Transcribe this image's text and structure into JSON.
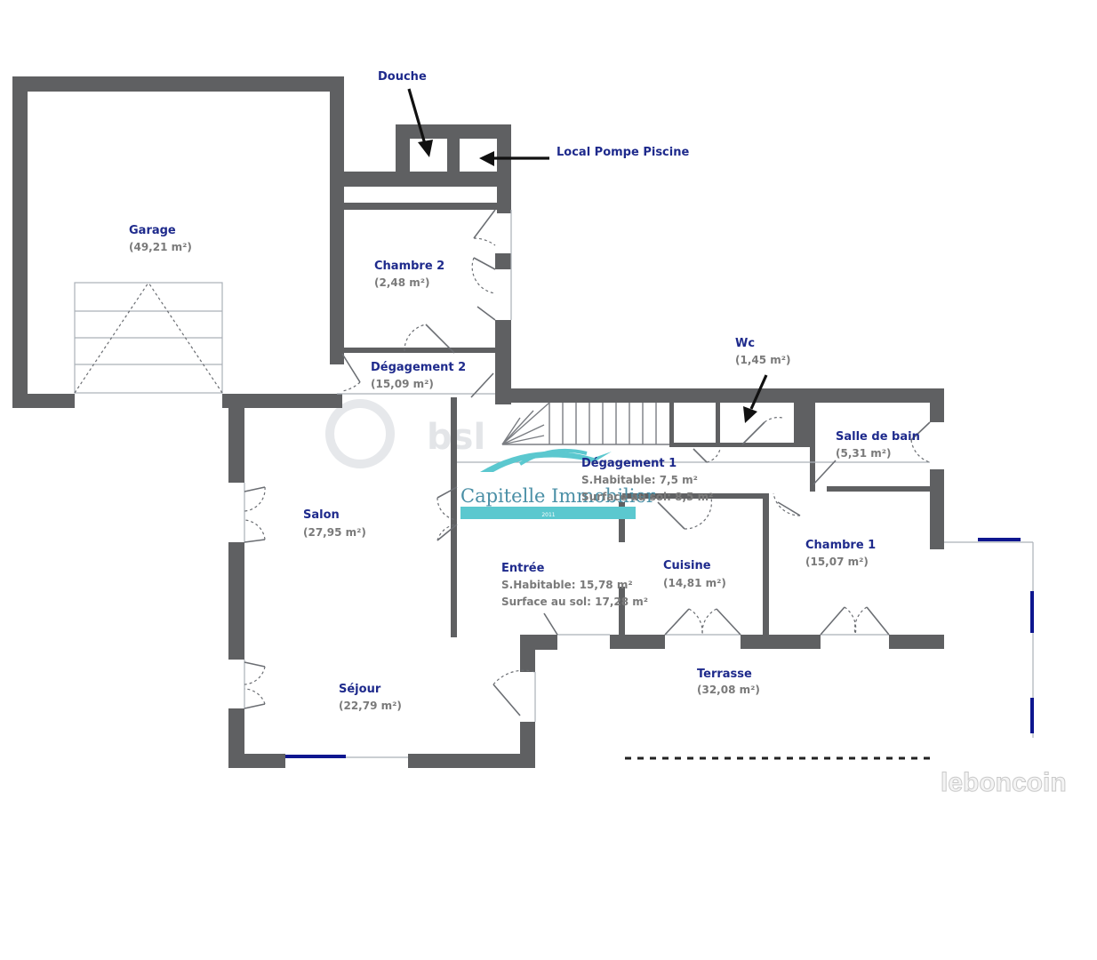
{
  "rooms": {
    "garage": {
      "name": "Garage",
      "area": "(49,21 m²)"
    },
    "chambre2": {
      "name": "Chambre 2",
      "area": "(2,48 m²)"
    },
    "degagement2": {
      "name": "Dégagement 2",
      "area": "(15,09 m²)"
    },
    "wc": {
      "name": "Wc",
      "area": "(1,45 m²)"
    },
    "salle_de_bain": {
      "name": "Salle de bain",
      "area": "(5,31 m²)"
    },
    "degagement1": {
      "name": "Dégagement 1",
      "habitable": "S.Habitable: 7,5 m²",
      "sol": "Surface au sol: 8,5 m²"
    },
    "salon": {
      "name": "Salon",
      "area": "(27,95 m²)"
    },
    "entree": {
      "name": "Entrée",
      "habitable": "S.Habitable: 15,78 m²",
      "sol": "Surface au sol: 17,28 m²"
    },
    "cuisine": {
      "name": "Cuisine",
      "area": "(14,81 m²)"
    },
    "chambre1": {
      "name": "Chambre 1",
      "area": "(15,07 m²)"
    },
    "terrasse": {
      "name": "Terrasse",
      "area": "(32,08 m²)"
    },
    "sejour": {
      "name": "Séjour",
      "area": "(22,79 m²)"
    }
  },
  "annotations": {
    "douche": "Douche",
    "local_pompe": "Local Pompe Piscine"
  },
  "watermarks": {
    "agency": "Capitelle Immobilier",
    "agency_year": "2011",
    "agency_color": "#5bc8cf",
    "site": "leboncoin",
    "faint": "bsl"
  }
}
